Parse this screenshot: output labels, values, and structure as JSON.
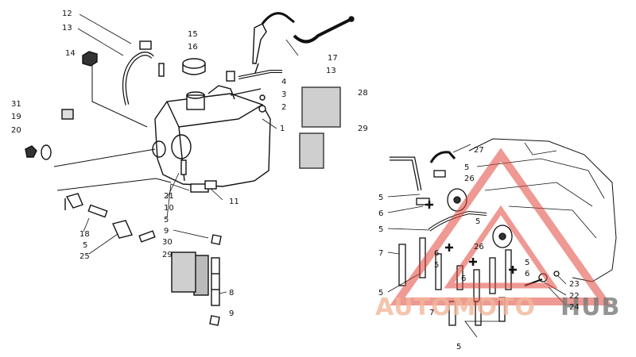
{
  "diagram": {
    "callouts": [
      {
        "id": "c12",
        "text": "12"
      },
      {
        "id": "c13a",
        "text": "13"
      },
      {
        "id": "c14",
        "text": "14"
      },
      {
        "id": "c15",
        "text": "15"
      },
      {
        "id": "c16",
        "text": "16"
      },
      {
        "id": "c17",
        "text": "17"
      },
      {
        "id": "c13b",
        "text": "13"
      },
      {
        "id": "c4",
        "text": "4"
      },
      {
        "id": "c3",
        "text": "3"
      },
      {
        "id": "c2",
        "text": "2"
      },
      {
        "id": "c28",
        "text": "28"
      },
      {
        "id": "c1",
        "text": "1"
      },
      {
        "id": "c29a",
        "text": "29"
      },
      {
        "id": "c31",
        "text": "31"
      },
      {
        "id": "c19",
        "text": "19"
      },
      {
        "id": "c20",
        "text": "20"
      },
      {
        "id": "c21",
        "text": "21"
      },
      {
        "id": "c11",
        "text": "11"
      },
      {
        "id": "c10",
        "text": "10"
      },
      {
        "id": "c5a",
        "text": "5"
      },
      {
        "id": "c9a",
        "text": "9"
      },
      {
        "id": "c30",
        "text": "30"
      },
      {
        "id": "c29b",
        "text": "29"
      },
      {
        "id": "c8",
        "text": "8"
      },
      {
        "id": "c9b",
        "text": "9"
      },
      {
        "id": "c18",
        "text": "18"
      },
      {
        "id": "c5b",
        "text": "5"
      },
      {
        "id": "c25",
        "text": "25"
      },
      {
        "id": "c27",
        "text": "27"
      },
      {
        "id": "c5c",
        "text": "5"
      },
      {
        "id": "c26a",
        "text": "26"
      },
      {
        "id": "c5d",
        "text": "5"
      },
      {
        "id": "c6a",
        "text": "6"
      },
      {
        "id": "c5e",
        "text": "5"
      },
      {
        "id": "c5f",
        "text": "5"
      },
      {
        "id": "c7a",
        "text": "7"
      },
      {
        "id": "c6b",
        "text": "6"
      },
      {
        "id": "c5g",
        "text": "5"
      },
      {
        "id": "c26b",
        "text": "26"
      },
      {
        "id": "c5h",
        "text": "5"
      },
      {
        "id": "c6c",
        "text": "6"
      },
      {
        "id": "c6d",
        "text": "6"
      },
      {
        "id": "c23",
        "text": "23"
      },
      {
        "id": "c5i",
        "text": "5"
      },
      {
        "id": "c22",
        "text": "22"
      },
      {
        "id": "c24",
        "text": "24"
      },
      {
        "id": "c7b",
        "text": "7"
      },
      {
        "id": "c5j",
        "text": "5"
      }
    ]
  },
  "watermark": {
    "part1": "AUTOMOTO",
    "part2": "HUB",
    "color_main": "#f2b79a",
    "color_dark": "#7a7a7a",
    "triangle_color": "#e0463a"
  }
}
